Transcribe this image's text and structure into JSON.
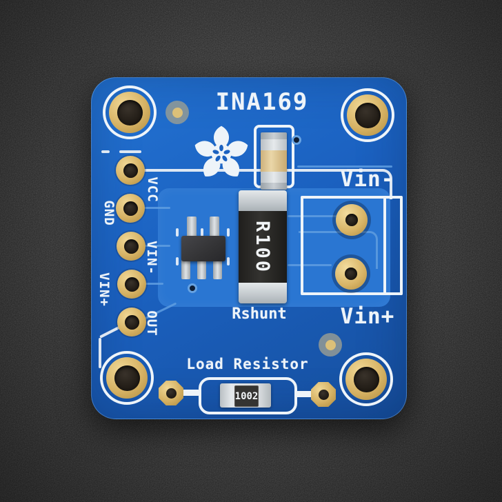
{
  "board": {
    "title": "INA169",
    "pin_labels": [
      "VCC",
      "GND",
      "VIN-",
      "VIN+",
      "OUT"
    ],
    "terminals": {
      "vin_minus": "Vin-",
      "vin_plus": "Vin+"
    },
    "annotations": {
      "shunt": "Rshunt",
      "load_resistor": "Load Resistor"
    },
    "markings": {
      "shunt_resistor": "R100",
      "load_resistor": "1002"
    },
    "colors": {
      "background": "#242424",
      "soldermask_blue": "#1b61c0",
      "copper_pour_blue": "#2a76d2",
      "silkscreen_white": "#eef4f9",
      "pad_gold": "#d6b264",
      "drill_hole": "#1e1913",
      "component_silver": "#d8dcdf",
      "shunt_body_black": "#2b2a28",
      "capacitor_tan": "#ead6a8"
    }
  }
}
